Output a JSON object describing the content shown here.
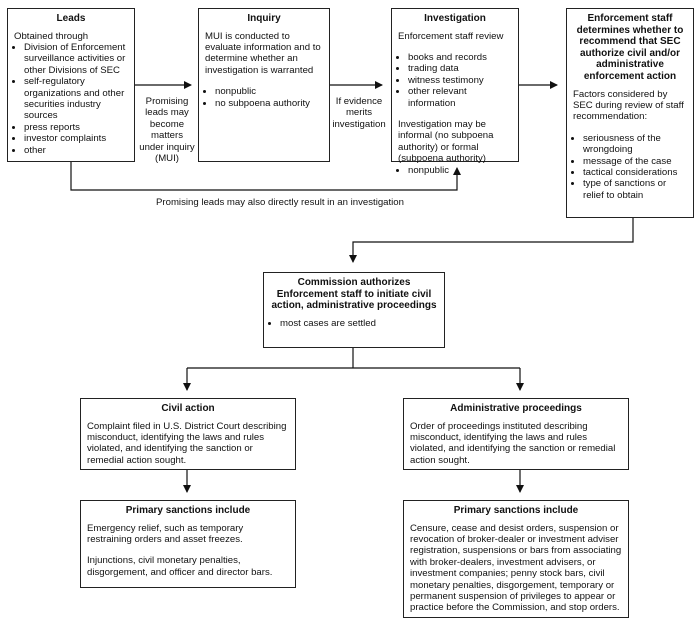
{
  "leads": {
    "title": "Leads",
    "intro": "Obtained through",
    "items": [
      "Division of Enforcement surveillance activities or other Divisions of SEC",
      "self-regulatory organizations and other securities industry sources",
      "press reports",
      "investor complaints",
      "other"
    ]
  },
  "inquiry": {
    "title": "Inquiry",
    "text": "MUI is conducted to evaluate information and to determine whether an investigation is warranted",
    "items": [
      "nonpublic",
      "no subpoena authority"
    ]
  },
  "investigation": {
    "title": "Investigation",
    "intro": "Enforcement staff review",
    "items": [
      "books and records",
      "trading data",
      "witness testimony",
      "other relevant information"
    ],
    "text2": "Investigation may be informal (no subpoena authority) or formal (subpoena authority)",
    "items2": [
      "nonpublic"
    ]
  },
  "recommend": {
    "title": "Enforcement staff determines whether to recommend that SEC authorize civil and/or administrative enforcement action",
    "intro": "Factors considered by SEC during review of staff recommendation:",
    "items": [
      "seriousness of the wrongdoing",
      "message of the case",
      "tactical considerations",
      "type of sanctions or relief to obtain"
    ]
  },
  "authorize": {
    "title": "Commission authorizes Enforcement staff to initiate civil action, administrative proceedings",
    "items": [
      "most cases are settled"
    ]
  },
  "civil": {
    "title": "Civil action",
    "text": "Complaint filed in U.S. District Court describing misconduct, identifying the laws and rules violated, and identifying the sanction or remedial action sought."
  },
  "admin": {
    "title": "Administrative proceedings",
    "text": "Order of proceedings instituted describing misconduct, identifying the laws and rules violated, and identifying the sanction or remedial action sought."
  },
  "civil_sanctions": {
    "title": "Primary sanctions include",
    "text1": "Emergency relief, such as temporary restraining orders and asset freezes.",
    "text2": "Injunctions, civil monetary penalties, disgorgement, and officer and director bars."
  },
  "admin_sanctions": {
    "title": "Primary sanctions include",
    "text": "Censure, cease and desist orders, suspension or revocation of broker-dealer or investment adviser registration, suspensions or bars from associating with broker-dealers, investment advisers, or investment companies; penny stock bars, civil monetary penalties, disgorgement, temporary or permanent suspension of privileges to appear or practice before the Commission, and stop orders."
  },
  "labels": {
    "promising": "Promising leads may become matters under inquiry (MUI)",
    "evidence": "If evidence merits investigation",
    "direct": "Promising leads may also directly result in an investigation"
  }
}
